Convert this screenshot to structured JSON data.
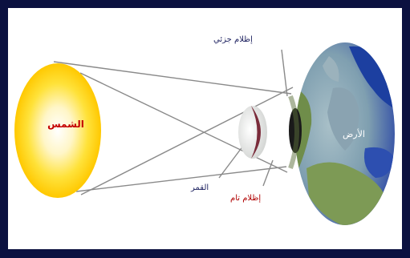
{
  "labels": {
    "sun": "الشمس",
    "earth": "الأرض",
    "moon": "القمر",
    "partial_eclipse": "إظلام جزئي",
    "total_eclipse": "إظلام تام"
  },
  "colors": {
    "frame": "#0b1140",
    "sun_core": "#ffffff",
    "sun_glow": "#ffd400",
    "earth_ocean": "#1c3fa0",
    "earth_land": "#7d9a55",
    "shadow_lines": "#8a8a8a"
  }
}
